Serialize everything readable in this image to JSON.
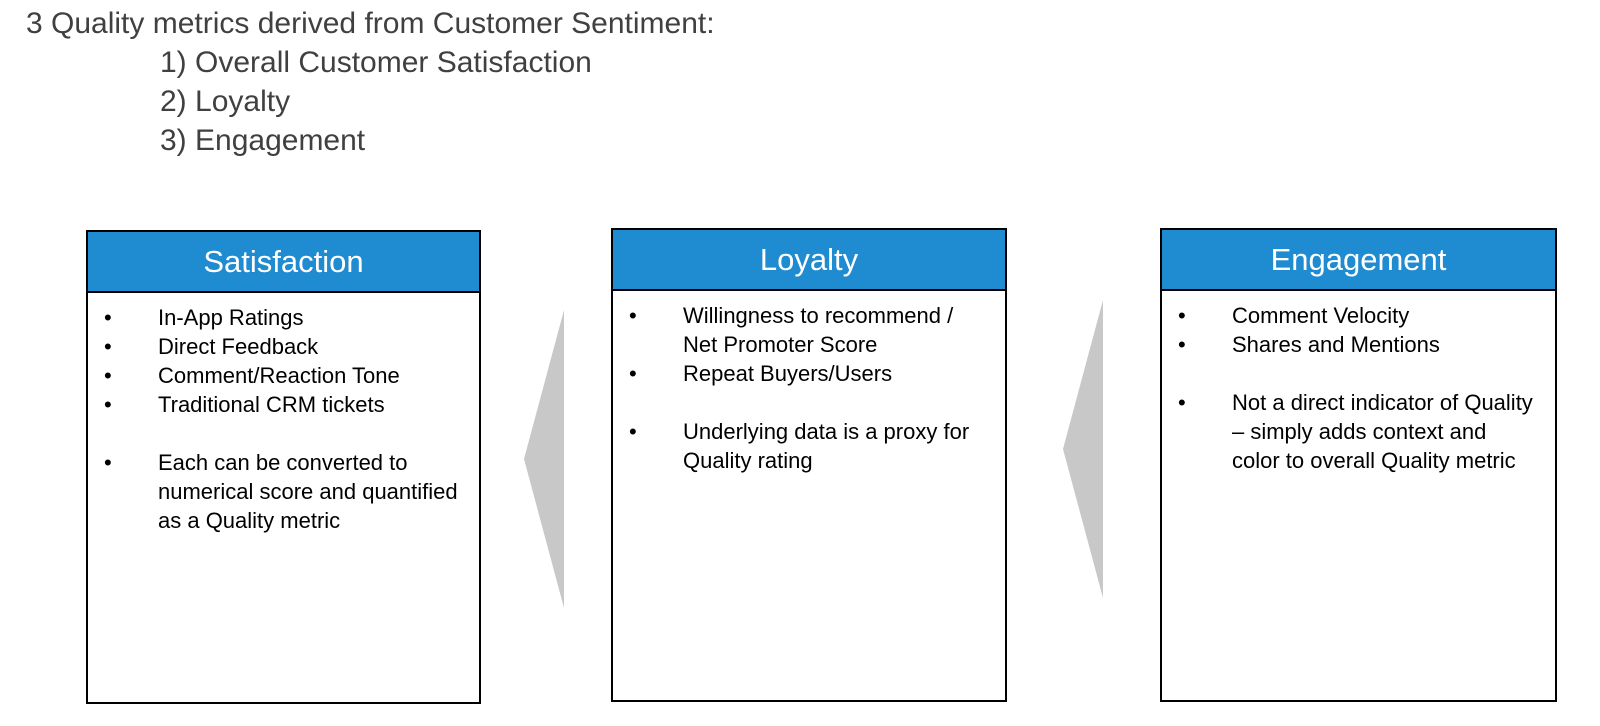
{
  "intro": {
    "heading": "3 Quality metrics derived from Customer Sentiment:",
    "items": [
      "1) Overall Customer Satisfaction",
      "2) Loyalty",
      "3) Engagement"
    ]
  },
  "colors": {
    "header_fill": "#1f8bd0",
    "header_text": "#ffffff",
    "chevron_fill": "#c8c8c8",
    "intro_text": "#404040"
  },
  "bullet_glyph": "•",
  "cards": [
    {
      "title": "Satisfaction",
      "bullets": [
        "In-App Ratings",
        "Direct Feedback",
        "Comment/Reaction Tone",
        "Traditional CRM tickets",
        "Each can be converted to numerical score and quantified as a Quality metric"
      ]
    },
    {
      "title": "Loyalty",
      "bullets": [
        "Willingness to recommend / Net Promoter Score",
        "Repeat Buyers/Users",
        "Underlying data is a proxy for Quality rating"
      ]
    },
    {
      "title": "Engagement",
      "bullets": [
        "Comment Velocity",
        "Shares and Mentions",
        "Not a direct indicator of Quality – simply adds context and color to overall Quality metric"
      ]
    }
  ]
}
